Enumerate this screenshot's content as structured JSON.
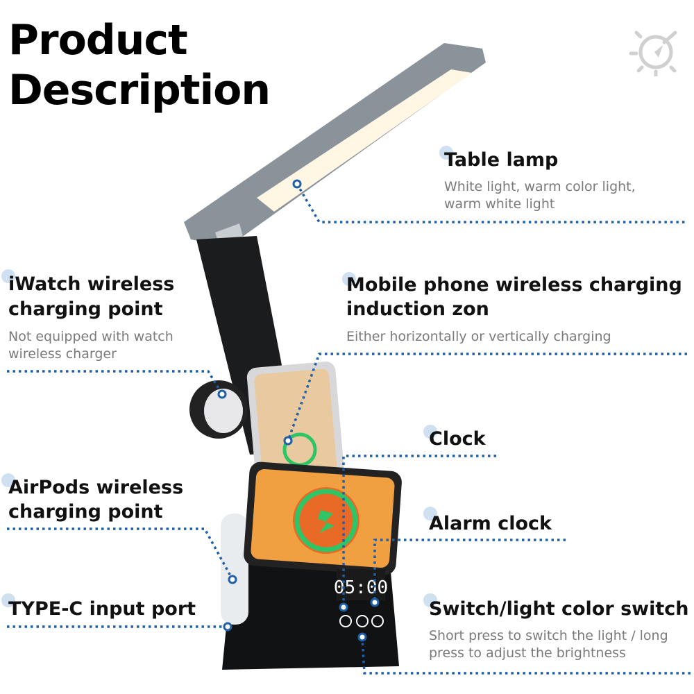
{
  "title": {
    "line1": "Product",
    "line2": "Description"
  },
  "icon": "lamp-light-bulb-icon",
  "accent_color": "#1f5ea8",
  "product": {
    "clock_display": "05:00"
  },
  "features": [
    {
      "label": "Table lamp",
      "desc1": "White light, warm color light,",
      "desc2": "warm white light"
    },
    {
      "label1": "iWatch wireless",
      "label2": "charging point",
      "desc1": "Not equipped with watch",
      "desc2": "wireless charger"
    },
    {
      "label1": "Mobile phone wireless charging",
      "label2": "induction zon",
      "desc1": "Either horizontally or vertically charging"
    },
    {
      "label": "Clock"
    },
    {
      "label1": "AirPods wireless",
      "label2": "charging point"
    },
    {
      "label": "Alarm clock"
    },
    {
      "label": "TYPE-C input port"
    },
    {
      "label": "Switch/light color switch",
      "desc1": "Short press to switch the light / long",
      "desc2": "press to adjust the brightness"
    }
  ]
}
